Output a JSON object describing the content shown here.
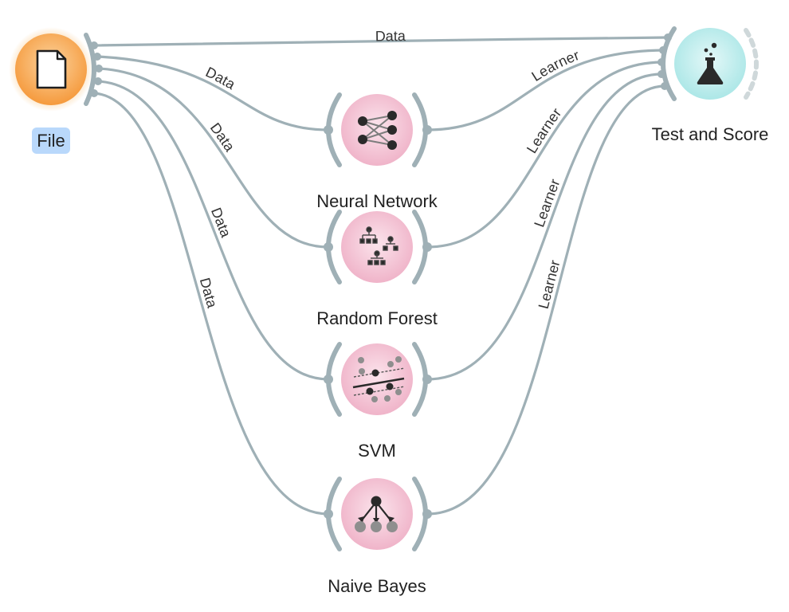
{
  "nodes": {
    "file": {
      "label": "File",
      "icon": "document-icon",
      "color": "#f9a64d",
      "selected": true
    },
    "neural_network": {
      "label": "Neural Network",
      "icon": "neural-network-icon",
      "color": "#f2b8cd"
    },
    "random_forest": {
      "label": "Random Forest",
      "icon": "tree-hierarchy-icon",
      "color": "#f2b8cd"
    },
    "svm": {
      "label": "SVM",
      "icon": "svm-scatter-icon",
      "color": "#f2b8cd"
    },
    "naive_bayes": {
      "label": "Naive Bayes",
      "icon": "bayes-network-icon",
      "color": "#f2b8cd"
    },
    "test_and_score": {
      "label": "Test and Score",
      "icon": "flask-icon",
      "color": "#b7ecec"
    }
  },
  "edges": {
    "file_to_test": "Data",
    "file_to_nn": "Data",
    "file_to_rf": "Data",
    "file_to_svm": "Data",
    "file_to_nb": "Data",
    "nn_to_test": "Learner",
    "rf_to_test": "Learner",
    "svm_to_test": "Learner",
    "nb_to_test": "Learner"
  },
  "colors": {
    "edge": "#9fb0b6",
    "selection_highlight": "#b9d8fb"
  }
}
